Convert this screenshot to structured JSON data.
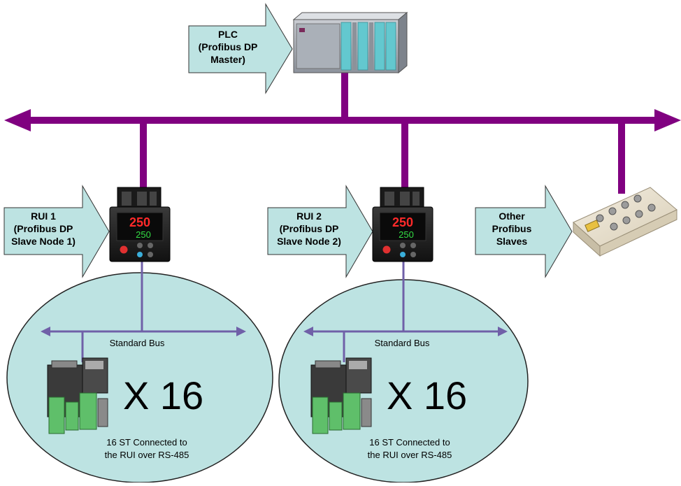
{
  "plc": {
    "lines": [
      "PLC",
      "(Profibus DP",
      "Master)"
    ]
  },
  "rui1": {
    "lines": [
      "RUI 1",
      "(Profibus DP",
      "Slave Node 1)"
    ]
  },
  "rui2": {
    "lines": [
      "RUI 2",
      "(Profibus DP",
      "Slave Node 2)"
    ]
  },
  "other": {
    "lines": [
      "Other",
      "Profibus",
      "Slaves"
    ]
  },
  "controller_display": {
    "pv": "250",
    "sp": "250"
  },
  "group1": {
    "bus_label": "Standard Bus",
    "multiplier": "X 16",
    "caption": [
      "16 ST Connected to",
      "the RUI over RS-485"
    ]
  },
  "group2": {
    "bus_label": "Standard Bus",
    "multiplier": "X 16",
    "caption": [
      "16 ST Connected to",
      "the RUI over RS-485"
    ]
  },
  "colors": {
    "profibus_bus": "#800080",
    "standard_bus": "#7060a8",
    "callout_fill": "#bde3e2",
    "ellipse_fill": "#bde3e2"
  }
}
